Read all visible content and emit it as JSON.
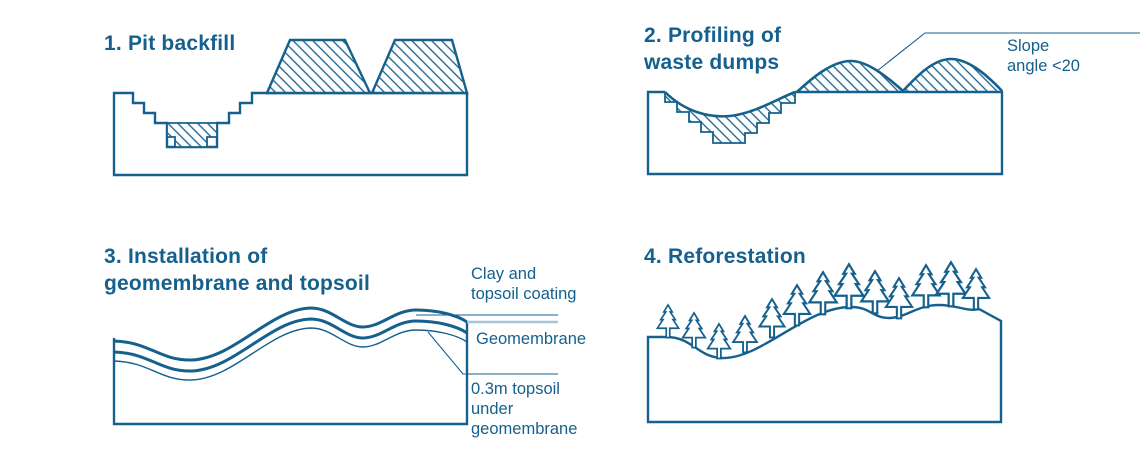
{
  "colors": {
    "ink": "#15608d",
    "light_line": "#a8c4d8",
    "background": "#ffffff"
  },
  "panel1": {
    "title": "1. Pit backfill"
  },
  "panel2": {
    "title_line1": "2. Profiling of",
    "title_line2": "waste dumps",
    "slope_label_line1": "Slope",
    "slope_label_line2": "angle <20"
  },
  "panel3": {
    "title_line1": "3. Installation of",
    "title_line2": "geomembrane and topsoil",
    "label_clay_line1": "Clay and",
    "label_clay_line2": "topsoil coating",
    "label_geomembrane": "Geomembrane",
    "label_topsoil_line1": "0.3m topsoil",
    "label_topsoil_line2": "under",
    "label_topsoil_line3": "geomembrane"
  },
  "panel4": {
    "title": "4. Reforestation"
  }
}
